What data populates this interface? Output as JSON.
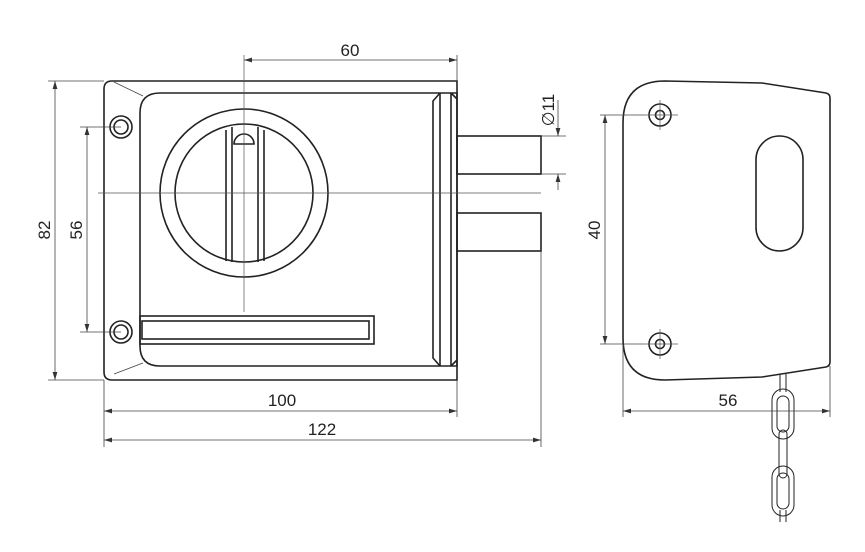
{
  "dimensions": {
    "front_bolt_offset": "60",
    "front_height": "82",
    "front_screw_spacing": "56",
    "front_body_width": "100",
    "front_total_width": "122",
    "bolt_diameter": "∅11",
    "side_screw_spacing": "40",
    "side_depth": "56"
  },
  "colors": {
    "line": "#222222",
    "background": "#ffffff"
  }
}
